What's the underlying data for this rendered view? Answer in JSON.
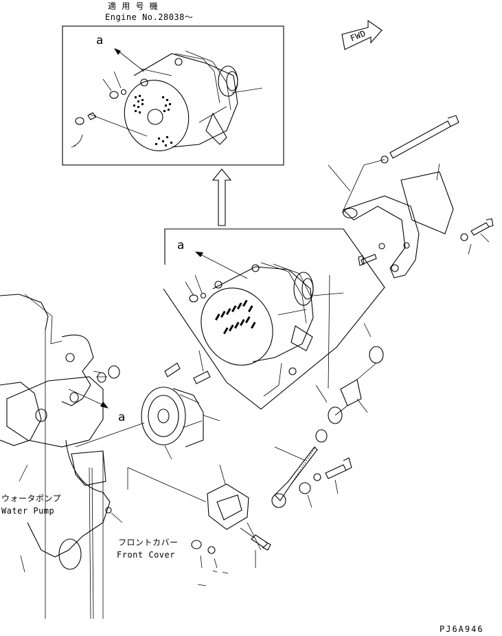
{
  "inset": {
    "title_jp": "適 用 号 機",
    "title_en": "Engine No.28038～"
  },
  "labels": {
    "view_a_inset": "a",
    "view_a_main": "a",
    "view_a_pump": "a",
    "fwd": "FWD",
    "water_pump_jp": "ウォータポンプ",
    "water_pump_en": "Water Pump",
    "front_cover_jp": "フロントカバー",
    "front_cover_en": "Front Cover",
    "drawing_code": "PJ6A946"
  }
}
